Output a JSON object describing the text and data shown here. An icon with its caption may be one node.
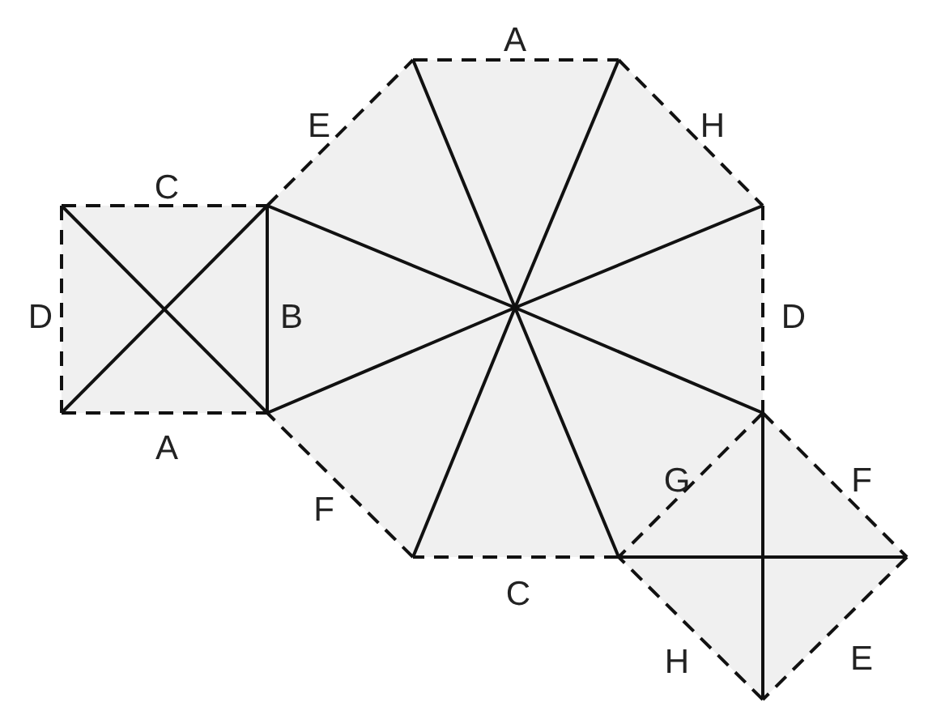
{
  "diagram": {
    "labels": [
      "A",
      "E",
      "H",
      "C",
      "D",
      "B",
      "D",
      "A",
      "G",
      "F",
      "F",
      "C",
      "H",
      "E"
    ]
  }
}
